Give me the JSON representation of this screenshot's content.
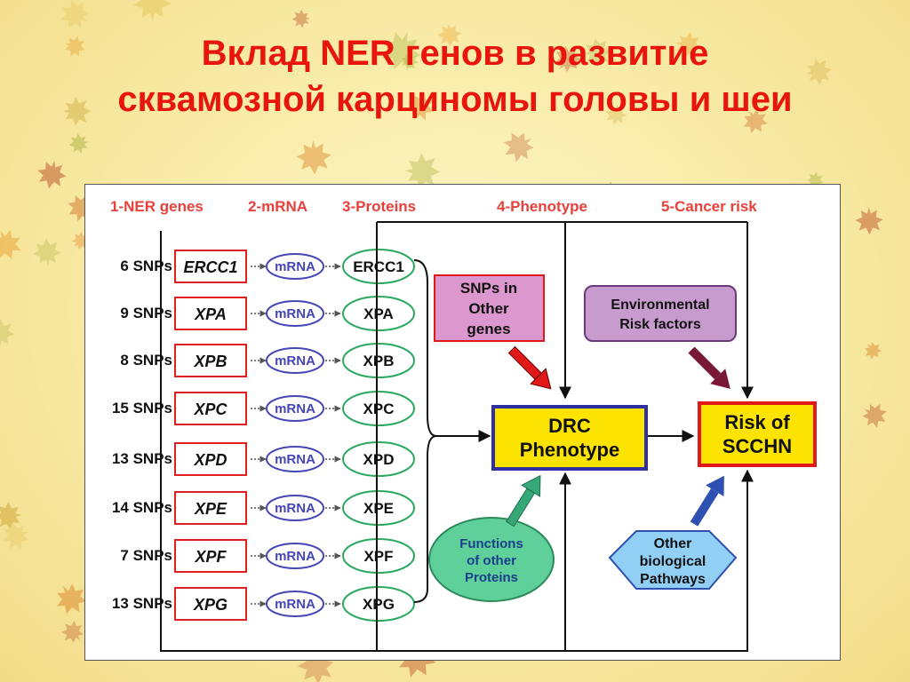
{
  "title": {
    "line1": "Вклад NER генов в развитие",
    "line2": "сквамозной карциномы головы и шеи"
  },
  "colors": {
    "title": "#e8150c",
    "header_text": "#e8403a",
    "gene_box": "#e02020",
    "mrna_ellipse": "#4545b5",
    "protein_ellipse": "#2aa860",
    "phenotype_box_fill": "#fce300",
    "phenotype_box_border": "#3030a0",
    "snps_box_fill": "#dd97cf",
    "env_box_fill": "#c89bcf",
    "functions_fill": "#5fd09a",
    "pathways_fill": "#92cff5",
    "arrow_red": "#e01818",
    "arrow_maroon": "#7a1838",
    "arrow_green": "#36a878",
    "arrow_blue": "#2e50b0"
  },
  "headers": [
    "1-NER genes",
    "2-mRNA",
    "3-Proteins",
    "4-Phenotype",
    "5-Cancer risk"
  ],
  "mrna_label": "mRNA",
  "genes": [
    {
      "snps": "6 SNPs",
      "gene": "ERCC1",
      "protein": "ERCC1"
    },
    {
      "snps": "9 SNPs",
      "gene": "XPA",
      "protein": "XPA"
    },
    {
      "snps": "8 SNPs",
      "gene": "XPB",
      "protein": "XPB"
    },
    {
      "snps": "15 SNPs",
      "gene": "XPC",
      "protein": "XPC"
    },
    {
      "snps": "13 SNPs",
      "gene": "XPD",
      "protein": "XPD"
    },
    {
      "snps": "14 SNPs",
      "gene": "XPE",
      "protein": "XPE"
    },
    {
      "snps": "7 SNPs",
      "gene": "XPF",
      "protein": "XPF"
    },
    {
      "snps": "13 SNPs",
      "gene": "XPG",
      "protein": "XPG"
    }
  ],
  "snps_other": [
    "SNPs in",
    "Other",
    "genes"
  ],
  "environmental": [
    "Environmental",
    "Risk factors"
  ],
  "drc_phenotype": [
    "DRC",
    "Phenotype"
  ],
  "risk": [
    "Risk of",
    "SCCHN"
  ],
  "functions": [
    "Functions",
    "of other",
    "Proteins"
  ],
  "pathways": [
    "Other",
    "biological",
    "Pathways"
  ]
}
